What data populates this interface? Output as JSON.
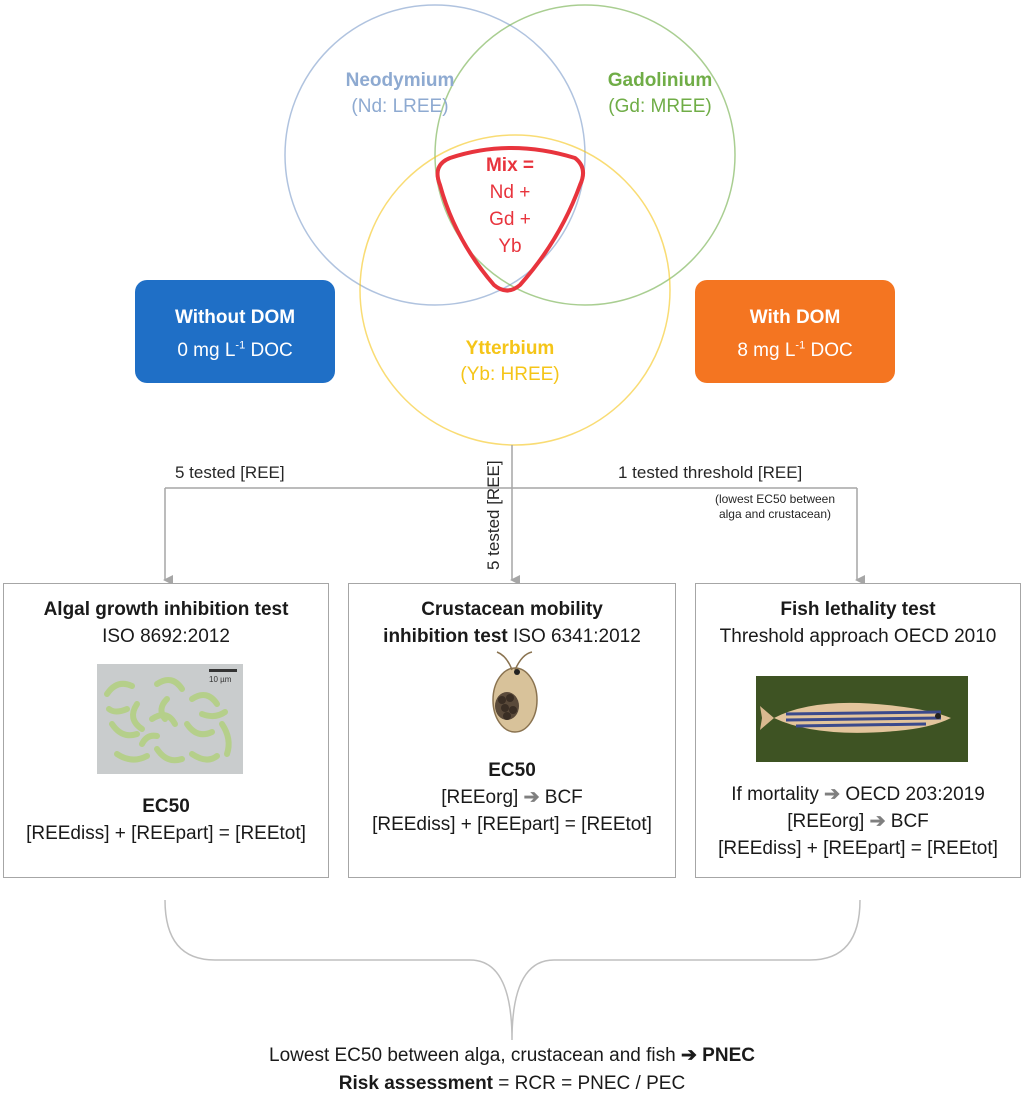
{
  "venn": {
    "neodymium": {
      "name": "Neodymium",
      "sub": "(Nd: LREE)",
      "color": "#8eaad1"
    },
    "gadolinium": {
      "name": "Gadolinium",
      "sub": "(Gd: MREE)",
      "color": "#70ad47"
    },
    "ytterbium": {
      "name": "Ytterbium",
      "sub": "(Yb: HREE)",
      "color": "#f5c518"
    },
    "mix": {
      "line1": "Mix =",
      "line2": "Nd +",
      "line3": "Gd +",
      "line4": "Yb",
      "color": "#e8343d"
    }
  },
  "dom": {
    "without": {
      "title": "Without DOM",
      "value": "0 mg L",
      "sup": "-1",
      "unit": " DOC",
      "color": "#1f6fc6"
    },
    "with": {
      "title": "With DOM",
      "value": "8 mg L",
      "sup": "-1",
      "unit": " DOC",
      "color": "#f47521"
    }
  },
  "edges": {
    "left": "5 tested [REE]",
    "middle": "5 tested [REE]",
    "right": "1 tested threshold [REE]",
    "right_note_1": "(lowest EC50 between",
    "right_note_2": "alga and crustacean)"
  },
  "tests": {
    "algal": {
      "title": "Algal growth inhibition test",
      "standard": "ISO 8692:2012",
      "scale": "10 µm",
      "ec50": "EC50",
      "equation": "[REEdiss] + [REEpart] = [REEtot]"
    },
    "crustacean": {
      "title1": "Crustacean mobility",
      "title2": "inhibition test",
      "standard": " ISO 6341:2012",
      "ec50": "EC50",
      "org_left": "[REEorg]",
      "org_right": "BCF",
      "equation": "[REEdiss] + [REEpart] = [REEtot]"
    },
    "fish": {
      "title": "Fish lethality test",
      "standard": "Threshold approach OECD 2010",
      "mortality_left": "If mortality",
      "mortality_right": "OECD 203:2019",
      "org_left": "[REEorg]",
      "org_right": "BCF",
      "equation": "[REEdiss] + [REEpart] = [REEtot]"
    }
  },
  "conclusion": {
    "line1_text": "Lowest EC50 between alga, crustacean and fish",
    "line1_bold": "PNEC",
    "line2_bold": "Risk assessment",
    "line2_text": " = RCR = PNEC / PEC"
  }
}
